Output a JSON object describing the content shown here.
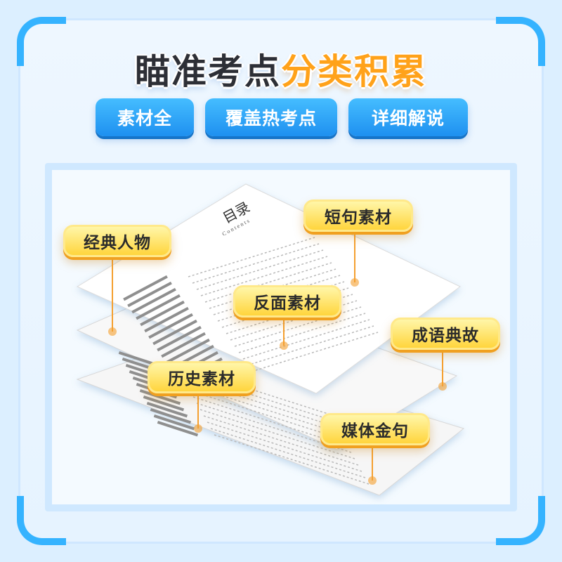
{
  "headline": {
    "part1": "瞄准考点",
    "part2": "分类积累"
  },
  "features": [
    "素材全",
    "覆盖热考点",
    "详细解说"
  ],
  "toc": {
    "title": "目录",
    "subtitle": "Contents"
  },
  "tags": {
    "figure": "经典人物",
    "short": "短句素材",
    "counter": "反面素材",
    "idiom": "成语典故",
    "history": "历史素材",
    "media": "媒体金句"
  },
  "colors": {
    "accent_blue": "#1e90f0",
    "headline_orange": "#ffa21a",
    "tag_yellow": "#ffd53d",
    "leader_orange": "#f5a030"
  }
}
